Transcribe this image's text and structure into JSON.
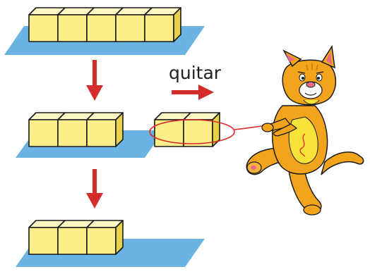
{
  "colors": {
    "cube_face": "#fcef8a",
    "cube_top": "#fdf7c4",
    "cube_side": "#e8d24a",
    "edge": "#1a1a1a",
    "tray": "#6ab3e3",
    "arrow": "#d42b2b",
    "rope": "#e0282a",
    "cat_body": "#f2a51c",
    "cat_belly": "#f7e23a"
  },
  "diagram": {
    "stages": [
      {
        "cubes": 5
      },
      {
        "cubes": 3
      },
      {
        "cubes": 3
      }
    ],
    "removed_group": {
      "cubes": 2
    },
    "action_label": "quitar",
    "character": "cat-icon"
  }
}
